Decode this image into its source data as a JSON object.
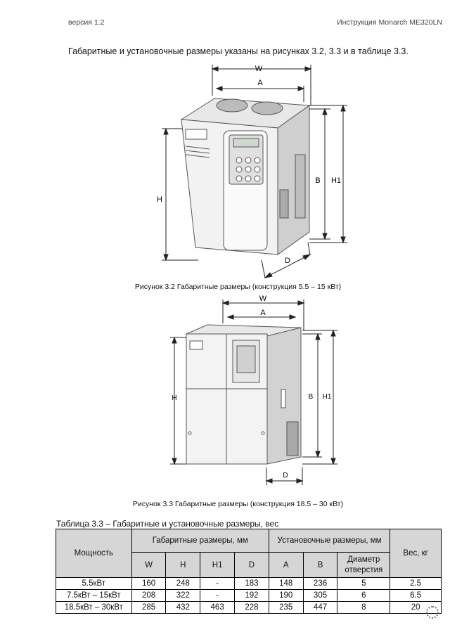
{
  "header": {
    "version": "версия 1.2",
    "manual": "Инструкция Monarch ME320LN"
  },
  "intro": "Габаритные и установочные размеры указаны на рисунках 3.2, 3.3 и в таблице 3.3.",
  "figure1": {
    "caption": "Рисунок 3.2 Габаритные размеры (конструкция 5.5 – 15 кВт)",
    "labels": {
      "w": "W",
      "a": "A",
      "b": "B",
      "h1": "H1",
      "h": "H",
      "d": "D"
    }
  },
  "figure2": {
    "caption": "Рисунок 3.3 Габаритные размеры (конструкция 18.5 – 30 кВт)",
    "labels": {
      "w": "W",
      "a": "A",
      "b": "B",
      "h1": "H1",
      "h": "H",
      "d": "D"
    }
  },
  "table": {
    "title": "Таблица 3.3 – Габаритные и установочные размеры, вес",
    "col_power": "Мощность",
    "group_overall": "Габаритные размеры, мм",
    "group_mount": "Установочные размеры, мм",
    "col_weight": "Вес, кг",
    "subheaders": [
      "W",
      "H",
      "H1",
      "D",
      "A",
      "B",
      "Диаметр отверстия"
    ],
    "rows": [
      [
        "5.5кВт",
        "160",
        "248",
        "-",
        "183",
        "148",
        "236",
        "5",
        "2.5"
      ],
      [
        "7.5кВт – 15кВт",
        "208",
        "322",
        "-",
        "192",
        "190",
        "305",
        "6",
        "6.5"
      ],
      [
        "18.5кВт – 30кВт",
        "285",
        "432",
        "463",
        "228",
        "235",
        "447",
        "8",
        "20"
      ]
    ]
  }
}
